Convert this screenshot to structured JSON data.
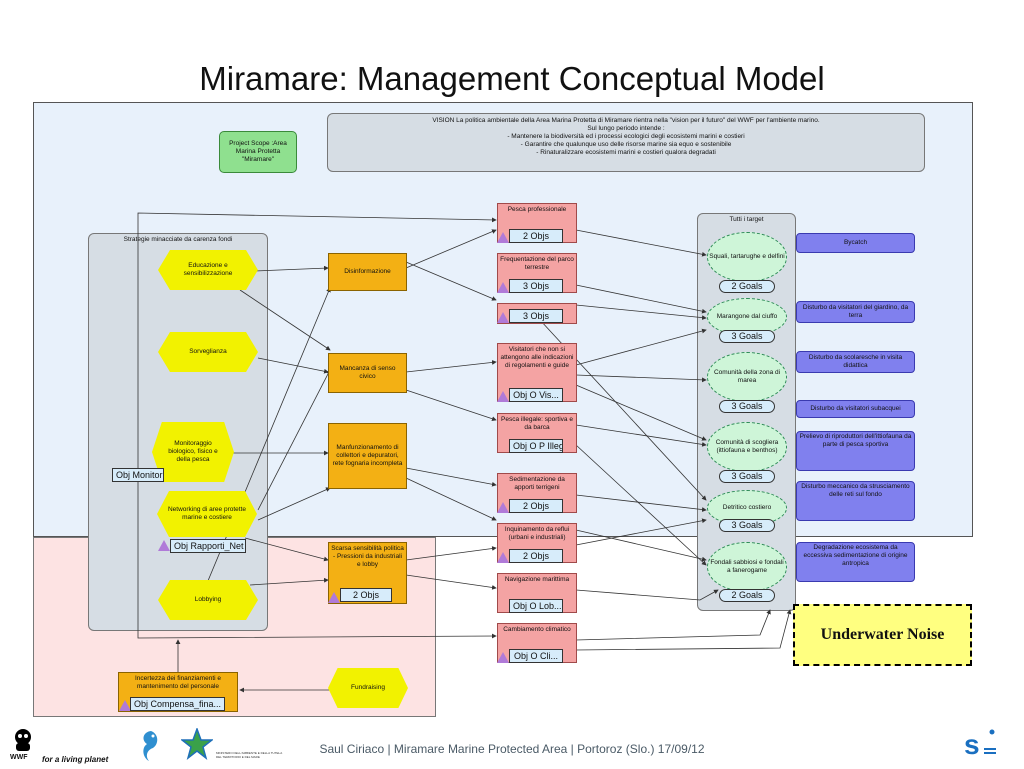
{
  "title": "Miramare: Management Conceptual Model",
  "vision": {
    "lines": [
      "VISION La politica ambientale della Area Marina Protetta di Miramare rientra nella \"vision per il futuro\" del WWF per l'ambiente marino.",
      "Sul lungo periodo intende :",
      "- Mantenere la biodiversità ed i processi ecologici degli ecosistemi marini e costieri",
      "- Garantire che qualunque uso delle risorse marine sia equo e sostenibile",
      "- Rinaturalizzare ecosistemi marini e costieri qualora degradati"
    ]
  },
  "project_scope": "Project Scope :Area Marina Protetta \"Miramare\"",
  "strategies_panel": {
    "title": "Strategie minacciate da carenza fondi"
  },
  "strategies": [
    {
      "label": "Educazione e sensibilizzazione"
    },
    {
      "label": "Sorveglianza"
    },
    {
      "label": "Monitoraggio biologico, fisico e della pesca",
      "badge": "Obj Monitor"
    },
    {
      "label": "Networking di aree protette marine e costiere",
      "badge": "Obj Rapporti_Net"
    },
    {
      "label": "Lobbying"
    },
    {
      "label": "Fundraising"
    }
  ],
  "contributing_factors": [
    {
      "label": "Disinformazione"
    },
    {
      "label": "Mancanza di senso civico"
    },
    {
      "label": "Manfunzionamento di collettori e depuratori, rete fognaria incompleta"
    },
    {
      "label": "Scarsa sensibilità politica - Pressioni da industriali e lobby",
      "badge": "2 Objs"
    },
    {
      "label": "Incertezza dei finanziamenti e mantenimento del personale",
      "badge": "Obj Compensa_fina..."
    }
  ],
  "threats": [
    {
      "label": "Pesca professionale",
      "badge": "2 Objs"
    },
    {
      "label": "Frequentazione del parco terrestre",
      "badge": "3 Objs"
    },
    {
      "label": "",
      "badge": "3 Objs"
    },
    {
      "label": "Visitatori che non si attengono alle indicazioni di regolamenti e guide",
      "badge": "Obj O Vis..."
    },
    {
      "label": "Pesca illegale: sportiva e da barca",
      "badge": "Obj O P Illeg"
    },
    {
      "label": "Sedimentazione da apporti terrigeni",
      "badge": "2 Objs"
    },
    {
      "label": "Inquinamento da reflui (urbani e industriali)",
      "badge": "2 Objs"
    },
    {
      "label": "Navigazione marittima",
      "badge": "Obj O Lob..."
    },
    {
      "label": "Cambiamento climatico",
      "badge": "Obj O Cli..."
    }
  ],
  "targets_panel": {
    "title": "Tutti i target"
  },
  "targets": [
    {
      "label": "Squali, tartarughe e delfini",
      "goals": "2 Goals"
    },
    {
      "label": "Marangone dal ciuffo",
      "goals": "3 Goals"
    },
    {
      "label": "Comunità della zona di marea",
      "goals": "3 Goals"
    },
    {
      "label": "Comunità di scogliera (ittiofauna e benthos)",
      "goals": "3 Goals"
    },
    {
      "label": "Detritico costiero",
      "goals": "3 Goals"
    },
    {
      "label": "Fondali sabbiosi e fondali a fanerogame",
      "goals": "2 Goals"
    }
  ],
  "stresses": [
    {
      "label": "Bycatch"
    },
    {
      "label": "Disturbo da visitatori del giardino, da terra"
    },
    {
      "label": "Disturbo da scolaresche in visita didattica"
    },
    {
      "label": "Disturbo da visitatori subacquei"
    },
    {
      "label": "Prelievo di riproduttori dell'ittiofauna da parte di pesca sportiva"
    },
    {
      "label": "Disturbo meccanico da strusciamento delle reti sul fondo"
    },
    {
      "label": "Degradazione ecosistema da eccessiva sedimentazione di origine antropica"
    }
  ],
  "underwater_noise": "Underwater Noise",
  "footer": {
    "text": "Saul Ciriaco | Miramare Marine Protected Area |  Portoroz (Slo.) 17/09/12",
    "wwf_label": "WWF",
    "wwf_tagline": "for a living planet",
    "ministry_label": "MINISTERO DELL'AMBIENTE E DELLA TUTELA DEL TERRITORIO E DEL MARE"
  },
  "colors": {
    "strategy": "#f2f200",
    "factor": "#f3b014",
    "threat": "#f4a3a3",
    "target": "#cef5d8",
    "stress": "#8080ee",
    "scope": "#8fe08f",
    "highlight": "#ffff80"
  }
}
